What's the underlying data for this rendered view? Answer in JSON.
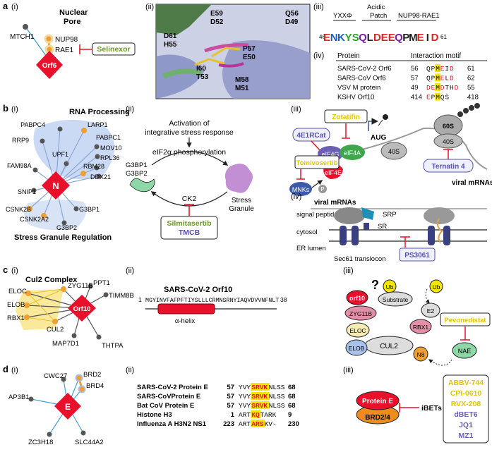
{
  "panels": {
    "a": "a",
    "b": "b",
    "c": "c",
    "d": "d",
    "i": "(i)",
    "ii": "(ii)",
    "iii": "(iii)",
    "iv": "(iv)"
  },
  "a_net": {
    "title1": "Nuclear",
    "title2": "Pore",
    "mtch1": "MTCH1",
    "nup98": "NUP98",
    "rae1": "RAE1",
    "hub": "Orf6",
    "drug": "Selinexor"
  },
  "a_struct": {
    "l1": "E59",
    "l2": "D52",
    "l3": "Q56",
    "l4": "D49",
    "l5": "D61",
    "l6": "H55",
    "l7": "P57",
    "l8": "E50",
    "l9": "I60",
    "l10": "T53",
    "l11": "M58",
    "l12": "M51"
  },
  "a_motif": {
    "h1": "YXXΦ",
    "h2a": "Acidic",
    "h2b": "Patch",
    "h3": "NUP98-RAE1",
    "start": "46",
    "end": "61",
    "letters": [
      "E",
      "N",
      "K",
      "Y",
      "S",
      "Q",
      "L",
      "D",
      "E",
      "E",
      "Q",
      "P",
      "M",
      "E",
      "I",
      "D"
    ],
    "letter_colors": [
      "#d62728",
      "#1f5fbf",
      "#1f5fbf",
      "#2ca02c",
      "#2ca02c",
      "#7a1fa2",
      "#222",
      "#d62728",
      "#d62728",
      "#d62728",
      "#7a1fa2",
      "#222",
      "#222",
      "#d62728",
      "#222",
      "#d62728"
    ]
  },
  "a_table": {
    "col1": "Protein",
    "col2": "Interaction motif",
    "rows": [
      {
        "protein": "SARS-CoV-2 Orf6",
        "start": "56",
        "m": [
          "Q",
          "P",
          "M",
          "E",
          "I",
          "D"
        ],
        "end": "61"
      },
      {
        "protein": "SARS-CoV Orf6",
        "start": "57",
        "m": [
          "Q",
          "P",
          "M",
          "E",
          "L",
          "D"
        ],
        "end": "62"
      },
      {
        "protein": "VSV M protein",
        "start": "49",
        "m": [
          "D",
          "E",
          "M",
          "D",
          "T",
          "H",
          "D"
        ],
        "end": "55"
      },
      {
        "protein": "KSHV Orf10",
        "start": "414",
        "m": [
          "E",
          "P",
          "M",
          "Q",
          "S"
        ],
        "end": "418"
      }
    ]
  },
  "b_net": {
    "title_top": "RNA Processing",
    "title_bottom": "Stress Granule Regulation",
    "hub": "N",
    "pabpc4": "PABPC4",
    "larp1": "LARP1",
    "pabpc1": "PABPC1",
    "rrp9": "RRP9",
    "mov10": "MOV10",
    "upf1": "UPF1",
    "rpl36": "RPL36",
    "rbm28": "RBM28",
    "ddx21": "DDX21",
    "fam98a": "FAM98A",
    "snip1": "SNIP1",
    "csnk2b": "CSNK2B",
    "csnk2a2": "CSNK2A2",
    "g3bp1": "G3BP1",
    "g3bp2": "G3BP2"
  },
  "b_stress": {
    "act1": "Activation of",
    "act2": "integrative stress response",
    "eif2a": "eIF2α phosphorylation",
    "g3bp1": "G3BP1",
    "g3bp2": "G3BP2",
    "sg1": "Stress",
    "sg2": "Granule",
    "ck2": "CK2",
    "drug1": "Silmitasertib",
    "drug2": "TMCB"
  },
  "b_trans": {
    "zotatifin": "Zotatifin",
    "e1rcat": "4E1RCat",
    "tomivosertib": "Tomivosertib",
    "eif4g": "eIF4G",
    "eif4a": "eIF4A",
    "eif4e": "eIF4E",
    "mnks": "MNKs",
    "p": "P",
    "aug": "AUG",
    "s40a": "40S",
    "s60": "60S",
    "s40b": "40S",
    "ternatin": "Ternatin 4",
    "viral": "viral mRNAs"
  },
  "b_er": {
    "viral": "viral mRNAs",
    "signal": "signal peptide",
    "srp": "SRP",
    "sr": "SR",
    "cytosol": "cytosol",
    "lumen": "ER lumen",
    "sec61": "Sec61 translocon",
    "drug": "PS3061"
  },
  "c_net": {
    "title": "Cul2 Complex",
    "hub": "Orf10",
    "eloc": "ELOC",
    "elob": "ELOB",
    "rbx1": "RBX1",
    "cul2": "CUL2",
    "zyg11b": "ZYG11B",
    "ppt1": "PPT1",
    "timm8b": "TIMM8B",
    "map7d1": "MAP7D1",
    "thtpa": "THTPA"
  },
  "c_seq": {
    "title": "SARS-CoV-2 Orf10",
    "start": "1",
    "end": "38",
    "seq": "MGYINVFAFPFTIYSLLLCRMNSRNYIAQVDVVNFNLT",
    "helix": "α-helix"
  },
  "c_complex": {
    "q": "?",
    "orf10": "orf10",
    "ub1": "Ub",
    "ub2": "Ub",
    "substrate": "Substrate",
    "zyg11b": "ZYG11B",
    "e2": "E2",
    "eloc": "ELOC",
    "rbx1": "RBX1",
    "cul2": "CUL2",
    "elob": "ELOB",
    "n8": "N8",
    "drug": "Pevonedistat",
    "nae": "NAE"
  },
  "d_net": {
    "hub": "E",
    "cwc27": "CWC27",
    "brd2": "BRD2",
    "brd4": "BRD4",
    "ap3b1": "AP3B1",
    "zc3h18": "ZC3H18",
    "slc44a2": "SLC44A2"
  },
  "d_align": {
    "rows": [
      {
        "name": "SARS-CoV-2 Protein E",
        "start": "57",
        "pre": "YVY",
        "hl": "SRVK",
        "post": "NLSS",
        "end": "68"
      },
      {
        "name": "SARS-CoVProtein E",
        "start": "57",
        "pre": "YVY",
        "hl": "SRVK",
        "post": "NLSS",
        "end": "68"
      },
      {
        "name": "Bat CoV Protein E",
        "start": "57",
        "pre": "YVY",
        "hl": "SRVK",
        "post": "NLSS",
        "end": "68"
      },
      {
        "name": "Histone H3",
        "start": "1",
        "pre": "ART",
        "hl": "KQ",
        "post": "TARK",
        "end": "9"
      },
      {
        "name": "Influenza A H3N2 NS1",
        "start": "223",
        "pre": "ART",
        "hl": "ARS",
        "post": "KV-",
        "end": "230"
      }
    ]
  },
  "d_drugs": {
    "proteinE": "Protein E",
    "brd": "BRD2/4",
    "ibets": "iBETs",
    "list": [
      "ABBV-744",
      "CPI-0610",
      "RVX-208",
      "dBET6",
      "JQ1",
      "MZ1"
    ],
    "list_colors": [
      "#e1c600",
      "#e1c600",
      "#e1c600",
      "#6a5fb4",
      "#6a5fb4",
      "#6a5fb4"
    ]
  },
  "colors": {
    "hub": "#e8102a",
    "node": "#555555",
    "orange": "#f0a030",
    "green_drug": "#6a9a1f",
    "purple_drug": "#5b4fb0",
    "yellow": "#f5e600",
    "inhibit": "#e8102a",
    "rna_blob": "#a9c2ec",
    "cul2_blob": "#f8df70"
  }
}
